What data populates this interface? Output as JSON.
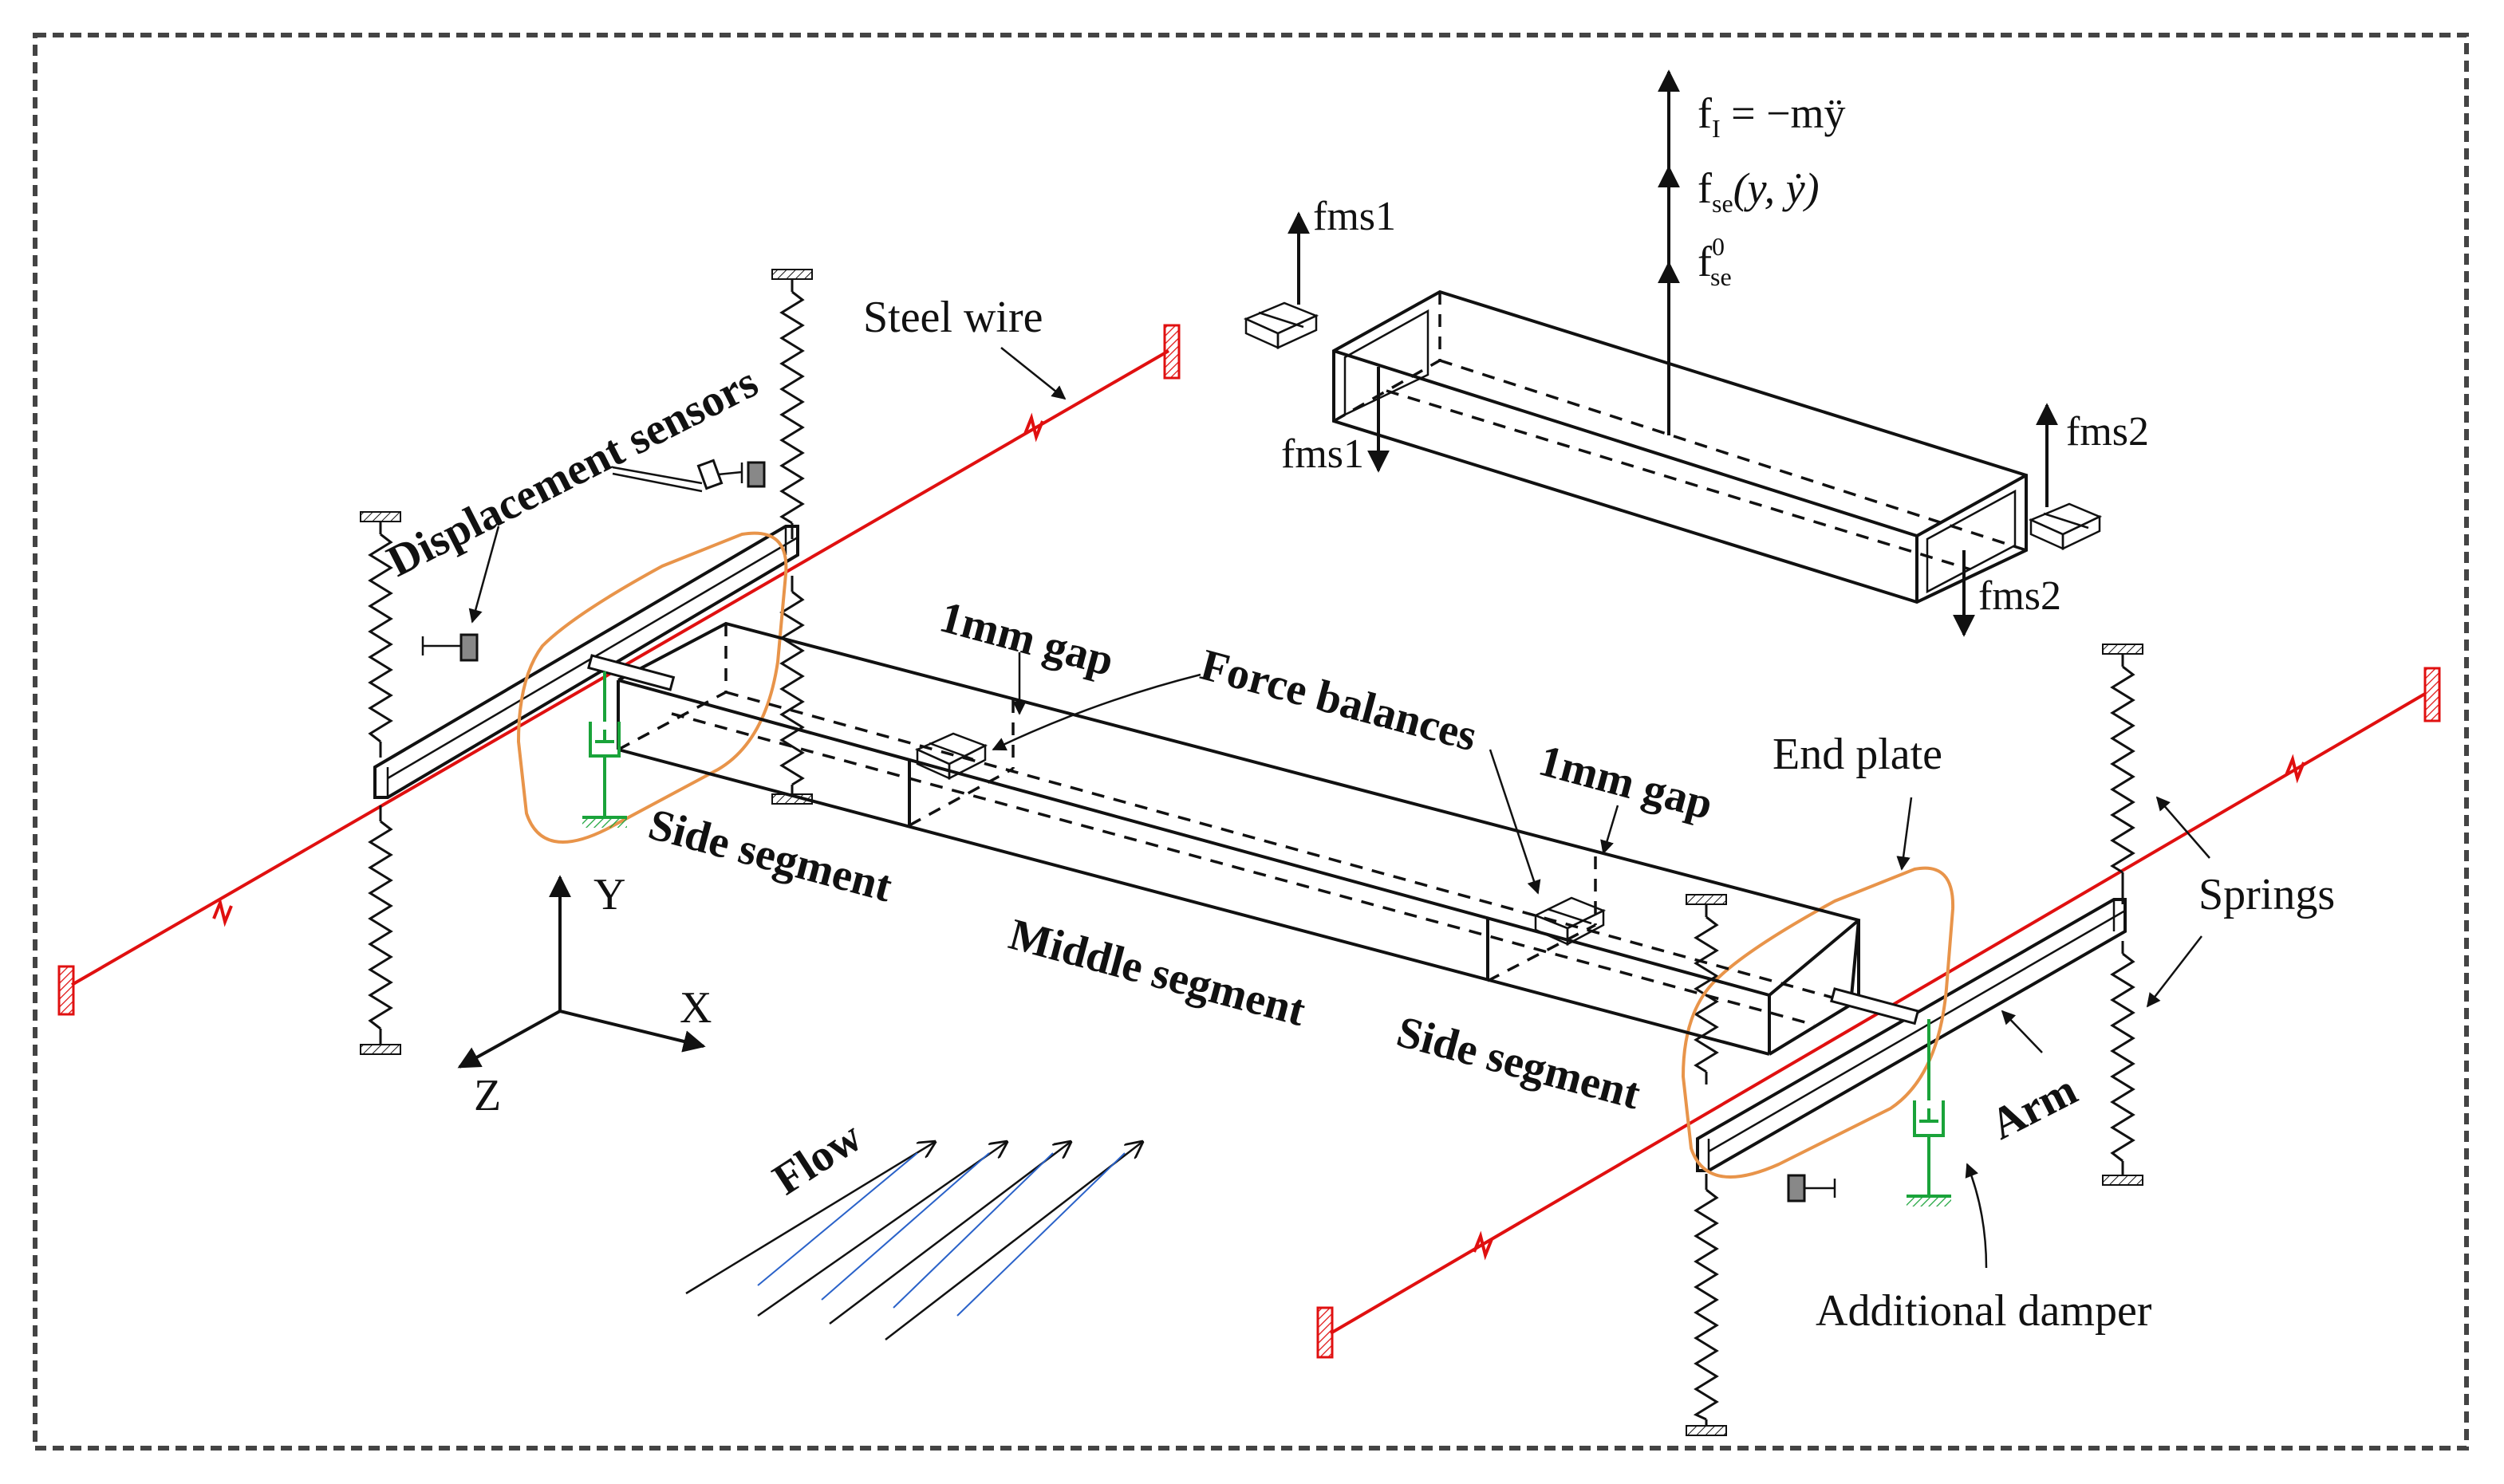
{
  "labels": {
    "steel_wire": "Steel wire",
    "displacement_sensors": "Displacement sensors",
    "gap_left": "1mm gap",
    "gap_right": "1mm gap",
    "force_balances": "Force balances",
    "side_segment_left": "Side segment",
    "middle_segment": "Middle segment",
    "side_segment_right": "Side segment",
    "end_plate": "End plate",
    "springs": "Springs",
    "arm": "Arm",
    "additional_damper": "Additional damper",
    "flow": "Flow",
    "axis_x": "X",
    "axis_y": "Y",
    "axis_z": "Z",
    "fms1_top": "fms1",
    "fms1_bottom": "fms1",
    "fms2_top": "fms2",
    "fms2_bottom": "fms2"
  },
  "forces": {
    "f_inertia": {
      "base": "f",
      "sub": "I",
      "rest": " = −mÿ"
    },
    "f_self_excited": {
      "base": "f",
      "sub": "se",
      "rest": "(y, ẏ)"
    },
    "f_static": {
      "base": "f",
      "sub": "se",
      "sup": "0"
    }
  },
  "colors": {
    "wire": "#e01010",
    "end_plate_outline": "#e8944a",
    "damper": "#1aa33a",
    "frame_border": "#444444",
    "flow_shadow": "#2a62c9"
  }
}
